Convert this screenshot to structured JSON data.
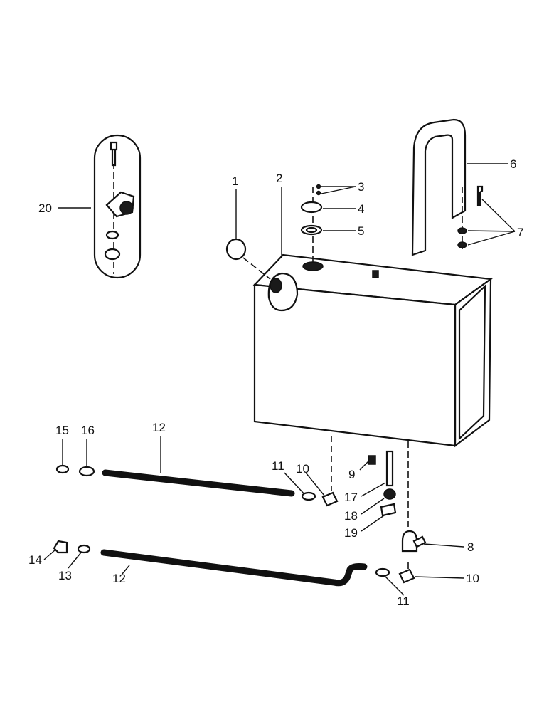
{
  "callouts": {
    "c1": "1",
    "c2": "2",
    "c3": "3",
    "c4": "4",
    "c5": "5",
    "c6": "6",
    "c7": "7",
    "c8": "8",
    "c9": "9",
    "c10a": "10",
    "c10b": "10",
    "c11a": "11",
    "c11b": "11",
    "c12a": "12",
    "c12b": "12",
    "c13": "13",
    "c14": "14",
    "c15": "15",
    "c16": "16",
    "c17": "17",
    "c18": "18",
    "c19": "19",
    "c20": "20"
  }
}
